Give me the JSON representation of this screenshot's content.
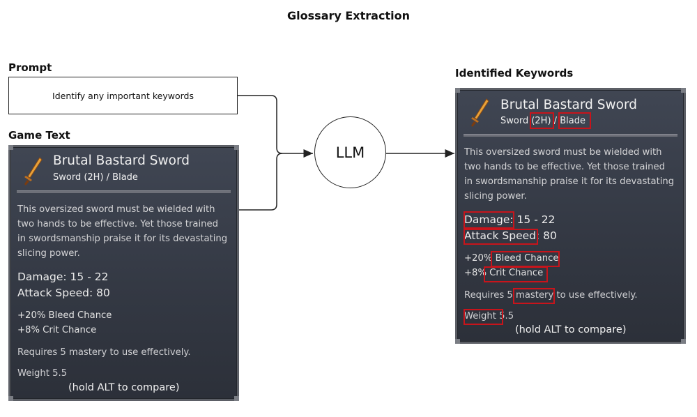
{
  "title": "Glossary Extraction",
  "prompt": {
    "label": "Prompt",
    "text": "Identify any important keywords"
  },
  "game_text": {
    "label": "Game Text"
  },
  "llm": {
    "label": "LLM"
  },
  "identified": {
    "label": "Identified Keywords"
  },
  "card": {
    "name": "Brutal Bastard Sword",
    "type_line": "Sword (2H) / Blade",
    "type_prefix": "Sword ",
    "type_2h": "(2H)",
    "type_sep": " / ",
    "type_blade": "Blade",
    "desc_lines": [
      "This oversized sword must be wielded with",
      "two hands to be effective. Yet those trained",
      "in swordsmanship praise it for its devastating",
      "slicing power."
    ],
    "damage_label": "Damage:",
    "damage_value": " 15 - 22",
    "damage_line": "Damage: 15 - 22",
    "speed_label": "Attack Speed:",
    "speed_value": " 80",
    "speed_line": "Attack Speed: 80",
    "bleed_prefix": "+20% ",
    "bleed_label": "Bleed Chance",
    "bleed_line": "+20% Bleed Chance",
    "crit_prefix": "+8% ",
    "crit_label": "Crit Chance",
    "crit_line": "+8% Crit Chance",
    "req_prefix": "Requires 5 ",
    "req_keyword": "mastery",
    "req_suffix": " to use effectively.",
    "req_line": "Requires 5 mastery to use effectively.",
    "weight_label": "Weight",
    "weight_value": " 5.5",
    "weight_line": "Weight 5.5",
    "hold": "(hold ALT to compare)"
  },
  "colors": {
    "highlight": "#c8141b",
    "card_bg": "#363b45",
    "sword_blade": "#e8a23a"
  }
}
